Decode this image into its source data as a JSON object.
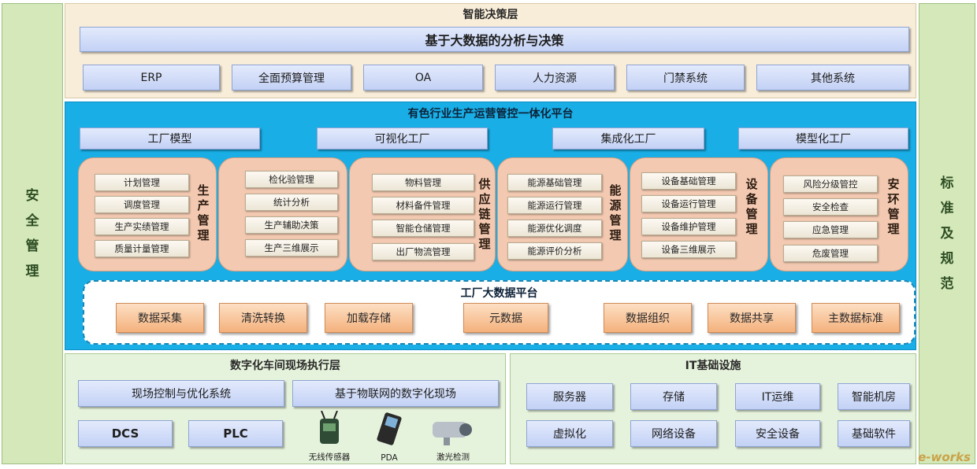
{
  "side_left": [
    "安",
    "全",
    "管",
    "理"
  ],
  "side_right": [
    "标",
    "准",
    "及",
    "规",
    "范"
  ],
  "decision_layer": {
    "title": "智能决策层",
    "banner": "基于大数据的分析与决策",
    "systems": [
      "ERP",
      "全面预算管理",
      "OA",
      "人力资源",
      "门禁系统",
      "其他系统"
    ]
  },
  "platform": {
    "title": "有色行业生产运营管控一体化平台",
    "factories": [
      "工厂模型",
      "可视化工厂",
      "集成化工厂",
      "模型化工厂"
    ],
    "groups": [
      {
        "label": "生产管理",
        "items": [
          "计划管理",
          "调度管理",
          "生产实绩管理",
          "质量计量管理"
        ]
      },
      {
        "label": "",
        "items": [
          "检化验管理",
          "统计分析",
          "生产辅助决策",
          "生产三维展示"
        ]
      },
      {
        "label": "供应链管理",
        "items": [
          "物料管理",
          "材料备件管理",
          "智能仓储管理",
          "出厂物流管理"
        ]
      },
      {
        "label": "能源管理",
        "items": [
          "能源基础管理",
          "能源运行管理",
          "能源优化调度",
          "能源评价分析"
        ]
      },
      {
        "label": "设备管理",
        "items": [
          "设备基础管理",
          "设备运行管理",
          "设备维护管理",
          "设备三维展示"
        ]
      },
      {
        "label": "安环管理",
        "items": [
          "风险分级管控",
          "安全检查",
          "应急管理",
          "危废管理"
        ]
      }
    ],
    "bigdata": {
      "title": "工厂大数据平台",
      "items": [
        "数据采集",
        "清洗转换",
        "加载存储",
        "元数据",
        "数据组织",
        "数据共享",
        "主数据标准"
      ]
    }
  },
  "workshop_layer": {
    "title": "数字化车间现场执行层",
    "top": [
      "现场控制与优化系统",
      "基于物联网的数字化现场"
    ],
    "bottom": [
      "DCS",
      "PLC"
    ],
    "devices": [
      "无线传感器",
      "PDA",
      "激光检测"
    ]
  },
  "it_layer": {
    "title": "IT基础设施",
    "row1": [
      "服务器",
      "存储",
      "IT运维",
      "智能机房"
    ],
    "row2": [
      "虚拟化",
      "网络设备",
      "安全设备",
      "基础软件"
    ]
  },
  "watermark": "e-works"
}
